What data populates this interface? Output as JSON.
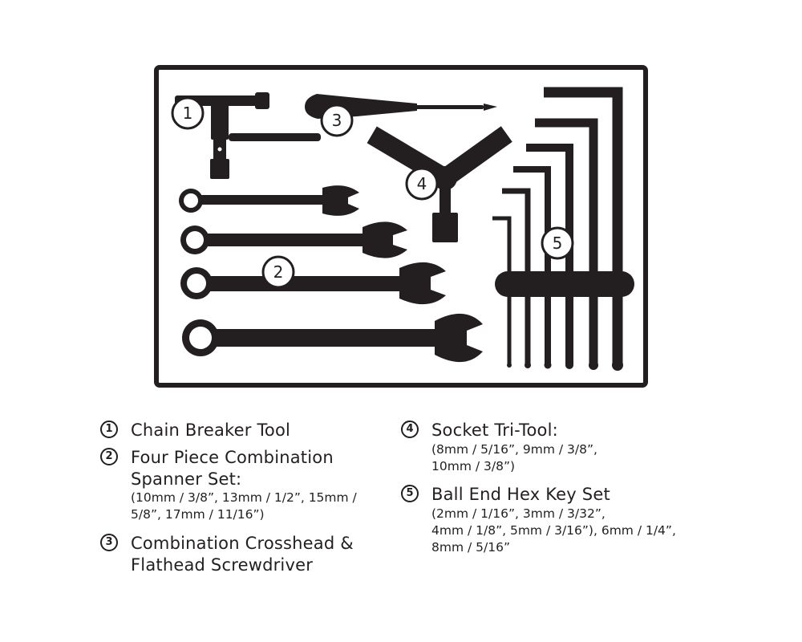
{
  "tray_labels": [
    "1",
    "2",
    "3",
    "4",
    "5"
  ],
  "legend": {
    "items": [
      {
        "number": "1",
        "name": "Chain Breaker Tool",
        "spec": []
      },
      {
        "number": "2",
        "name": [
          "Four Piece Combination",
          "Spanner Set:"
        ],
        "spec": [
          "(10mm / 3/8”, 13mm / 1/2”, 15mm /",
          "5/8”, 17mm / 11/16”)"
        ]
      },
      {
        "number": "3",
        "name": [
          "Combination Crosshead &",
          "Flathead Screwdriver"
        ],
        "spec": []
      },
      {
        "number": "4",
        "name": "Socket Tri-Tool:",
        "spec": [
          "(8mm / 5/16”, 9mm / 3/8”,",
          "10mm / 3/8”)"
        ]
      },
      {
        "number": "5",
        "name": "Ball End Hex Key Set",
        "spec": [
          "(2mm / 1/16”, 3mm / 3/32”,",
          "4mm / 1/8”, 5mm / 3/16”), 6mm / 1/4”,",
          "8mm / 5/16”"
        ]
      }
    ]
  },
  "colors": {
    "ink": "#231f20",
    "background": "#ffffff"
  }
}
